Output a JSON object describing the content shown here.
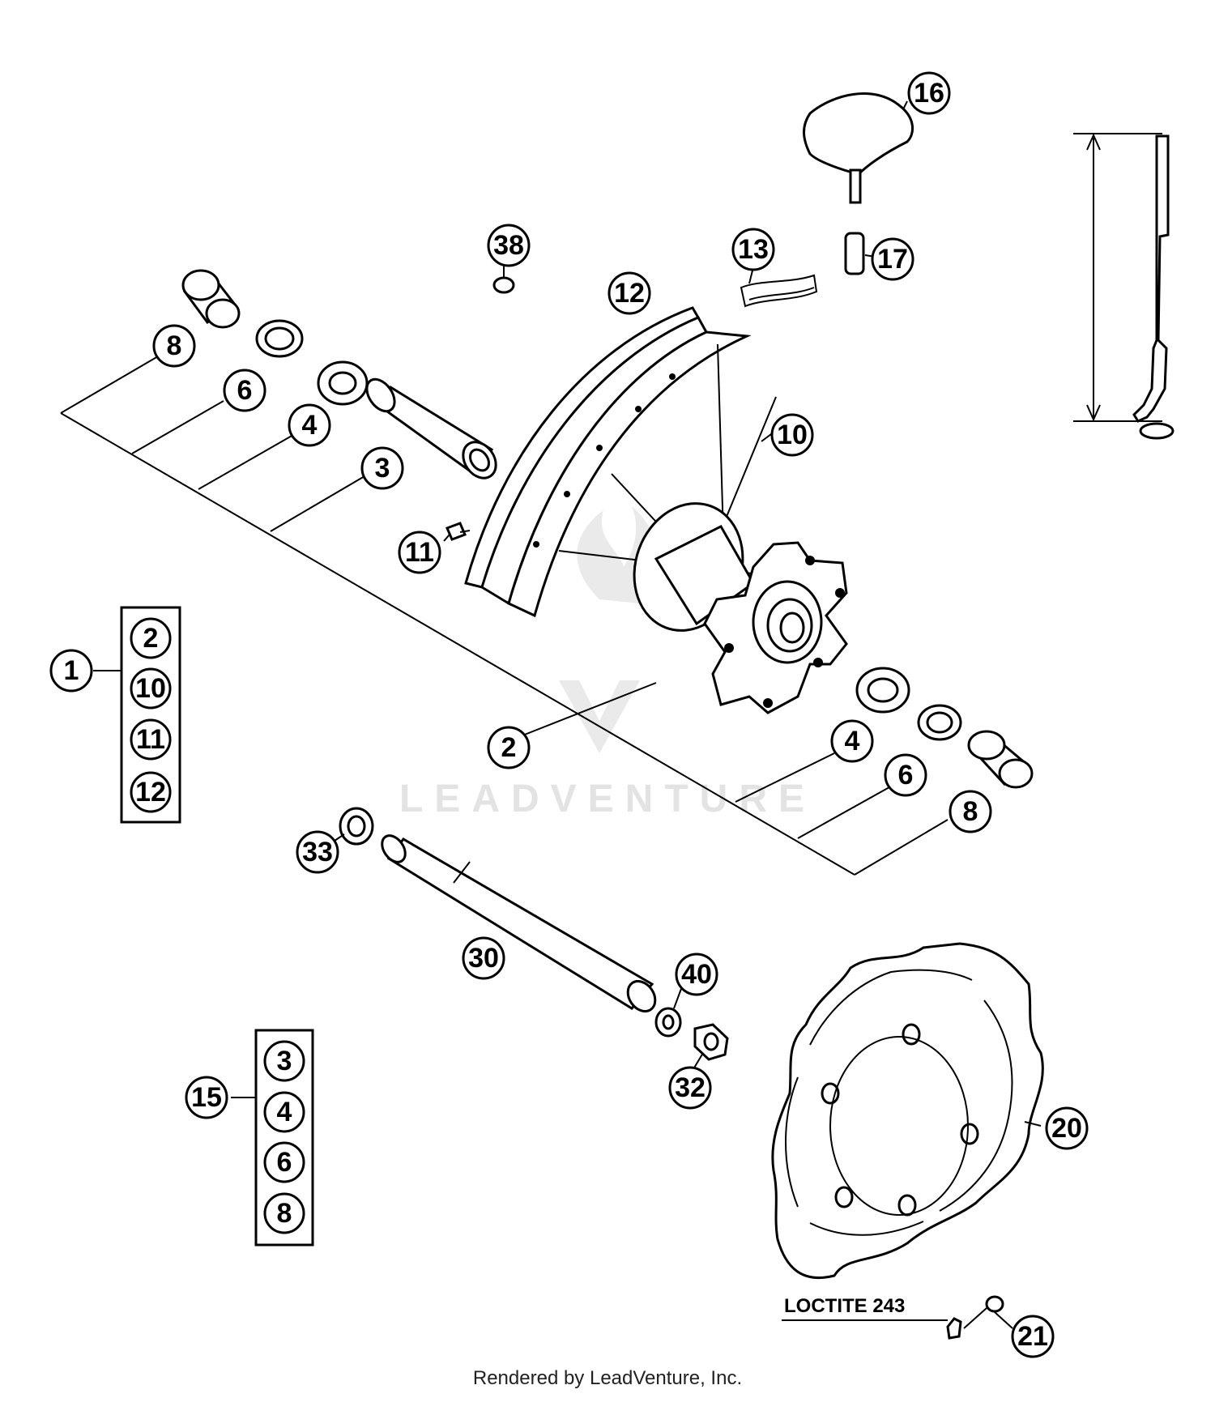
{
  "callouts": {
    "c16": "16",
    "c17": "17",
    "c13": "13",
    "c38": "38",
    "c12a": "12",
    "c8a": "8",
    "c6a": "6",
    "c4a": "4",
    "c3": "3",
    "c10": "10",
    "c11": "11",
    "c2": "2",
    "c4b": "4",
    "c6b": "6",
    "c8b": "8",
    "c33": "33",
    "c30": "30",
    "c40": "40",
    "c32": "32",
    "c20": "20",
    "c21": "21"
  },
  "kit1": {
    "label": "1",
    "items": [
      "2",
      "10",
      "11",
      "12"
    ]
  },
  "kit15": {
    "label": "15",
    "items": [
      "3",
      "4",
      "6",
      "8"
    ]
  },
  "note": "LOCTITE 243",
  "watermark": "LEADVENTURE",
  "footer": "Rendered by LeadVenture, Inc."
}
